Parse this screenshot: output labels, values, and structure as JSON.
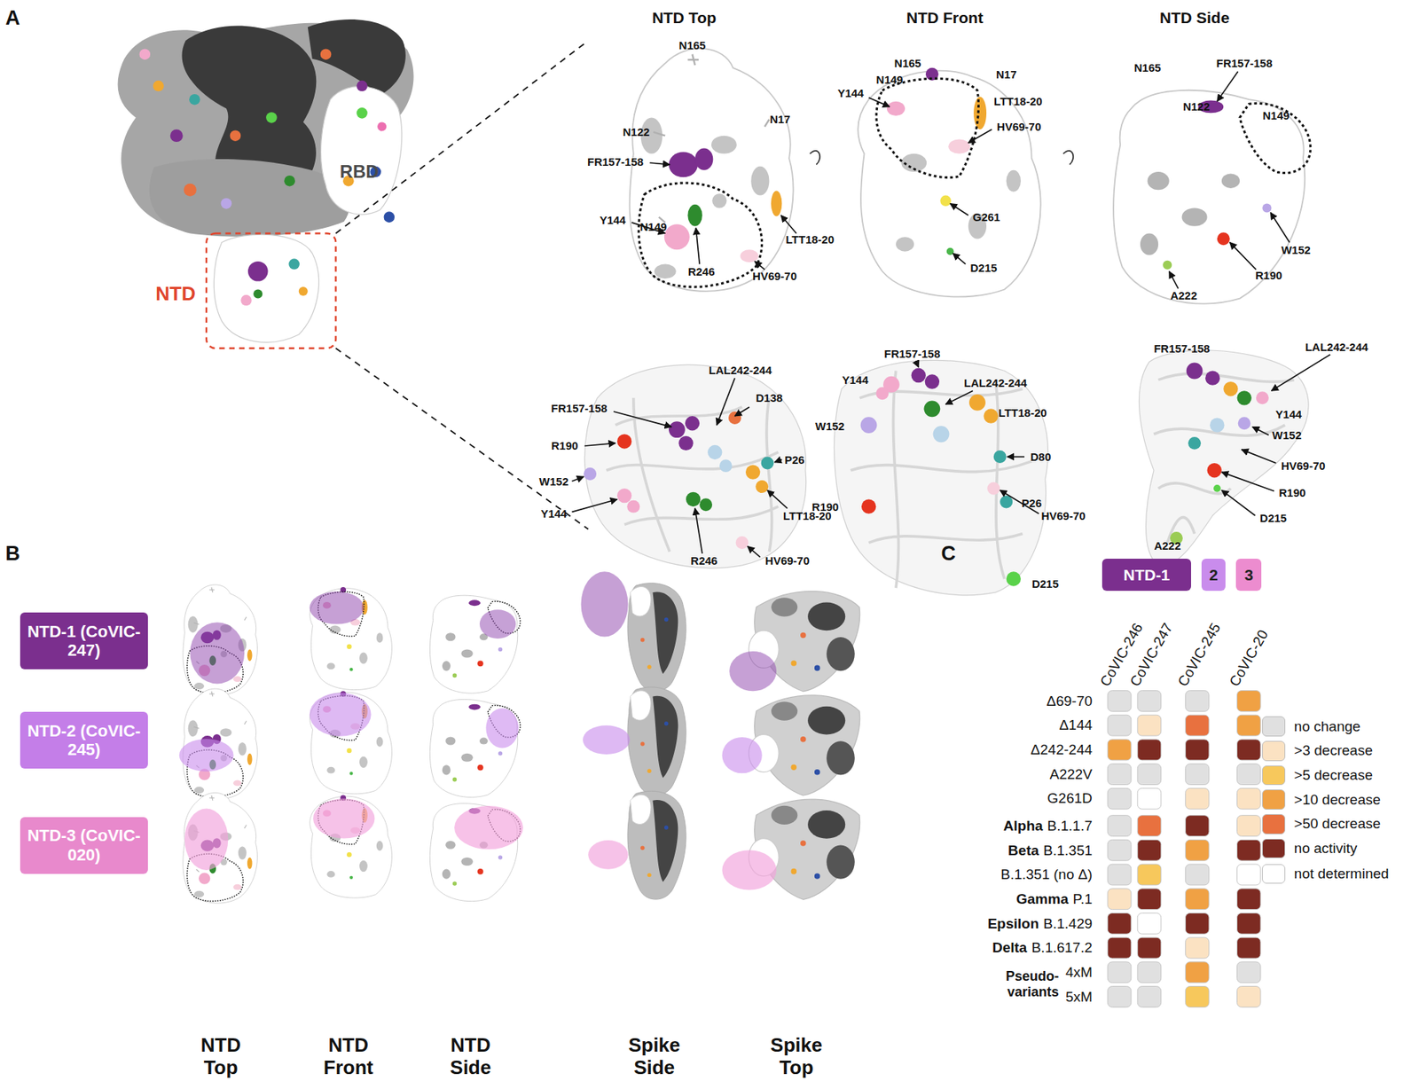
{
  "diagram": {
    "nodes": [
      {
        "text": [
          "NTD-1 (CoVIC-247)"
        ]
      },
      {
        "text": [
          "NTD-2 (CoVIC-245)"
        ]
      },
      {
        "text": [
          "NTD-3 (CoVIC-020)"
        ]
      },
      {
        "text": [
          "NTD-1"
        ]
      },
      {
        "text": [
          "2"
        ]
      },
      {
        "text": [
          "3"
        ]
      }
    ],
    "labels": [
      "A",
      "RBD",
      "NTD",
      "NTD Top",
      "NTD Front",
      "NTD Side",
      "N165",
      "N122",
      "N17",
      "FR157-158",
      "N149",
      "Y144",
      "LTT18-20",
      "R246",
      "HV69-70",
      "Y144",
      "N149",
      "N165",
      "N17",
      "LTT18-20",
      "HV69-70",
      "G261",
      "D215",
      "N165",
      "FR157-158",
      "N122",
      "N149",
      "W152",
      "R190",
      "A222",
      "FR157-158",
      "LAL242-244",
      "D138",
      "R190",
      "P26",
      "W152",
      "Y144",
      "LTT18-20",
      "R246",
      "HV69-70",
      "FR157-158",
      "Y144",
      "LAL242-244",
      "LTT18-20",
      "W152",
      "D80",
      "R190",
      "P26",
      "HV69-70",
      "D215",
      "FR157-158",
      "LAL242-244",
      "Y144",
      "W152",
      "HV69-70",
      "R190",
      "D215",
      "A222",
      "B",
      "NTD Top",
      "NTD Front",
      "NTD Side",
      "Spike Side",
      "Spike Top",
      "C",
      "CoVIC-246",
      "CoVIC-247",
      "CoVIC-245",
      "CoVIC-20",
      "Δ69-70",
      "Δ144",
      "Δ242-244",
      "A222V",
      "G261D",
      "Alpha",
      "B.1.1.7",
      "Beta",
      "B.1.351",
      "B.1.351 (no Δ)",
      "Gamma",
      "P.1",
      "Epsilon",
      "B.1.429",
      "Delta",
      "B.1.617.2",
      "Pseudo- variants",
      "4xM",
      "5xM"
    ],
    "legend": [
      {
        "text": "no change",
        "color": "#e0e0e0"
      },
      {
        "text": ">3 decrease",
        "color": "#fbe2c2"
      },
      {
        "text": ">5 decrease",
        "color": "#f7c85c"
      },
      {
        "text": ">10 decrease",
        "color": "#f0a144"
      },
      {
        "text": ">50 decrease",
        "color": "#e8713f"
      },
      {
        "text": "no activity",
        "color": "#7d2b22"
      },
      {
        "text": "not determined",
        "color": "#ffffff"
      }
    ]
  }
}
